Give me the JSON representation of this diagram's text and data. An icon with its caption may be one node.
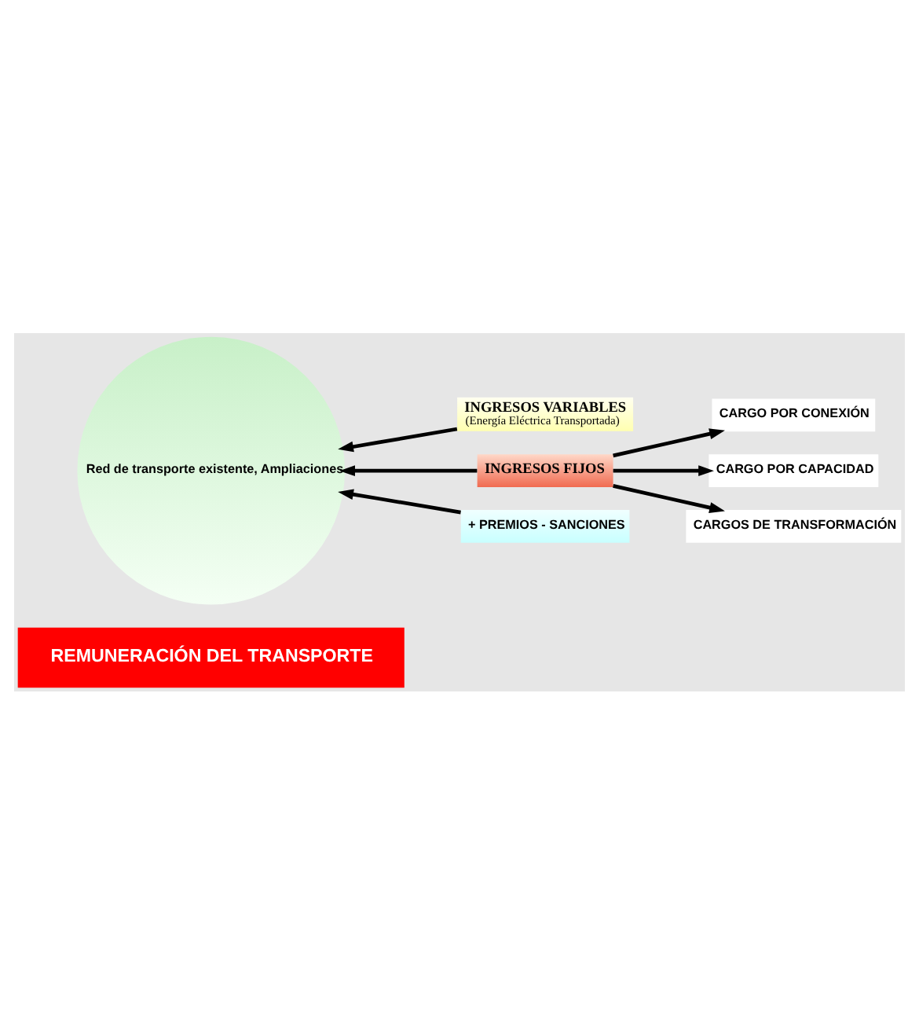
{
  "diagram": {
    "nodes": [
      {
        "text": [
          "REMUNERACIÓN DEL TRANSPORTE"
        ]
      },
      {
        "text": [
          "INGRESOS VARIABLES",
          "(Energía Eléctrica Transportada)"
        ]
      },
      {
        "text": [
          "Red de transporte existente, Ampliaciones"
        ]
      },
      {
        "text": [
          "INGRESOS FIJOS"
        ]
      },
      {
        "text": [
          "CARGO POR CONEXIÓN"
        ]
      },
      {
        "text": [
          "CARGO POR CAPACIDAD"
        ]
      },
      {
        "text": [
          "CARGOS DE TRANSFORMACIÓN"
        ]
      },
      {
        "text": [
          "+ PREMIOS - SANCIONES"
        ]
      }
    ],
    "edges": [
      {
        "from": 1,
        "to": 2,
        "arrow": "to"
      },
      {
        "from": 3,
        "to": 2,
        "arrow": "to"
      },
      {
        "from": 3,
        "to": 4,
        "arrow": "to"
      },
      {
        "from": 3,
        "to": 5,
        "arrow": "to"
      },
      {
        "from": 3,
        "to": 6,
        "arrow": "to"
      },
      {
        "from": 7,
        "to": 2,
        "arrow": "to"
      }
    ]
  }
}
